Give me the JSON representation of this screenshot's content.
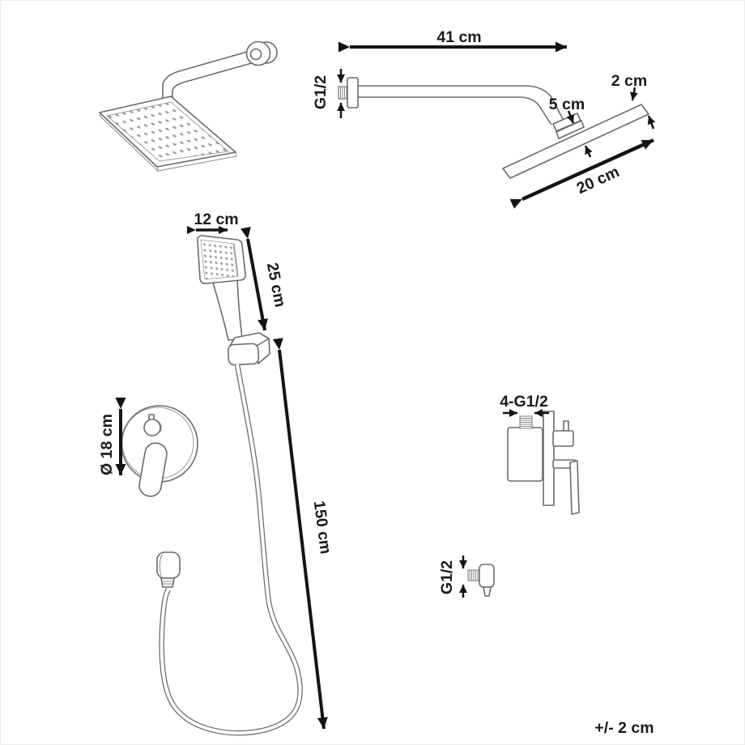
{
  "diagram": {
    "title": "shower-set-dimension-diagram",
    "colors": {
      "background": "#ffffff",
      "line": "#6b6b6b",
      "dimension": "#141414",
      "dots": "#9a9a9a",
      "border": "#ececec"
    },
    "overhead_shower": {
      "arm_length": "41 cm",
      "wall_thread": "G1/2",
      "head_thickness": "2 cm",
      "connector_height": "5 cm",
      "head_width": "20 cm"
    },
    "hand_shower": {
      "head_width": "12 cm",
      "length": "25 cm",
      "hose_length": "150 cm"
    },
    "mixer": {
      "plate_diameter": "Ø 18 cm",
      "valve_connections": "4-G1/2"
    },
    "wall_outlet": {
      "thread": "G1/2"
    },
    "tolerance_note": "+/- 2 cm"
  }
}
